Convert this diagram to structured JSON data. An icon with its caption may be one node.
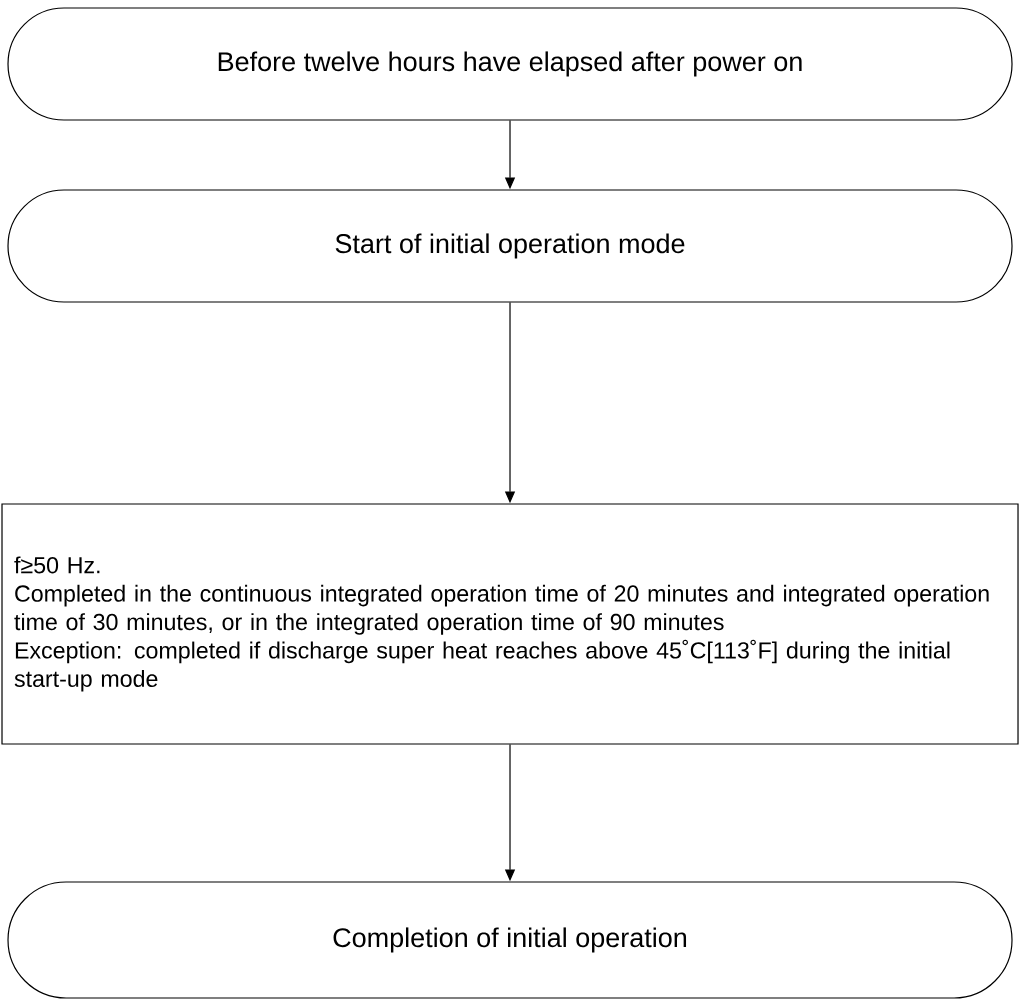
{
  "diagram": {
    "nodes": [
      {
        "text": [
          "Before twelve hours have elapsed after power on"
        ]
      },
      {
        "text": [
          "Start of initial operation mode"
        ]
      },
      {
        "text": [
          "f≥50 Hz.",
          "Completed in the continuous integrated operation time of 20 minutes and integrated operation time of 30 minutes, or in the integrated operation time of 90 minutes",
          "Exception: completed if discharge super heat reaches above 45˚C[113˚F] during the initial start-up mode"
        ]
      },
      {
        "text": [
          "Completion of initial operation"
        ]
      }
    ],
    "edges": [
      {
        "from": 0,
        "to": 1,
        "arrow": "to"
      },
      {
        "from": 1,
        "to": 2,
        "arrow": "to"
      },
      {
        "from": 2,
        "to": 3,
        "arrow": "to"
      }
    ]
  }
}
